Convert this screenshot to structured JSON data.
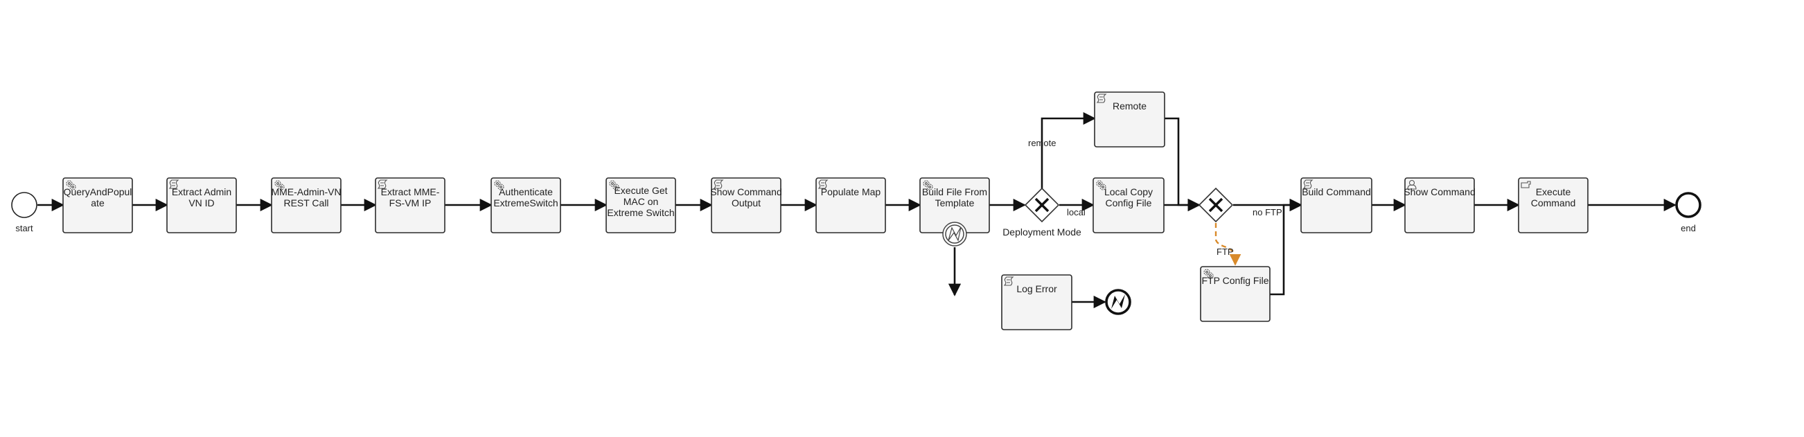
{
  "diagram": {
    "events": {
      "start": {
        "label": "start"
      },
      "end": {
        "label": "end"
      }
    },
    "tasks": [
      {
        "id": "t1",
        "icon": "service-task-icon",
        "lines": [
          "QueryAndPopul",
          "ate"
        ]
      },
      {
        "id": "t2",
        "icon": "script-task-icon",
        "lines": [
          "Extract Admin",
          "VN ID"
        ]
      },
      {
        "id": "t3",
        "icon": "service-task-icon",
        "lines": [
          "MME-Admin-VN",
          "REST Call"
        ]
      },
      {
        "id": "t4",
        "icon": "script-task-icon",
        "lines": [
          "Extract MME-",
          "FS-VM IP"
        ]
      },
      {
        "id": "t5",
        "icon": "service-task-icon",
        "lines": [
          "Authenticate",
          "ExtremeSwitch"
        ]
      },
      {
        "id": "t6",
        "icon": "service-task-icon",
        "lines": [
          "Execute Get",
          "MAC on",
          "Extreme Switch"
        ]
      },
      {
        "id": "t7",
        "icon": "script-task-icon",
        "lines": [
          "Show Command",
          "Output"
        ]
      },
      {
        "id": "t8",
        "icon": "script-task-icon",
        "lines": [
          "Populate Map"
        ]
      },
      {
        "id": "t9",
        "icon": "service-task-icon",
        "lines": [
          "Build File From",
          "Template"
        ]
      },
      {
        "id": "t10",
        "icon": "script-task-icon",
        "lines": [
          "Remote"
        ]
      },
      {
        "id": "t11",
        "icon": "service-task-icon",
        "lines": [
          "Local Copy",
          "Config File"
        ]
      },
      {
        "id": "t12",
        "icon": "service-task-icon",
        "lines": [
          "FTP Config File"
        ]
      },
      {
        "id": "t13",
        "icon": "script-task-icon",
        "lines": [
          "Build Command"
        ]
      },
      {
        "id": "t14",
        "icon": "user-task-icon",
        "lines": [
          "Show Command"
        ]
      },
      {
        "id": "t15",
        "icon": "manual-task-icon",
        "lines": [
          "Execute",
          "Command"
        ]
      },
      {
        "id": "t16",
        "icon": "script-task-icon",
        "lines": [
          "Log Error"
        ]
      }
    ],
    "gateways": [
      {
        "id": "g1",
        "label": "Deployment Mode"
      },
      {
        "id": "g2",
        "label": ""
      }
    ],
    "flow_labels": {
      "remote": "remote",
      "local": "local",
      "no_ftp": "no FTP",
      "ftp": "FTP"
    }
  }
}
